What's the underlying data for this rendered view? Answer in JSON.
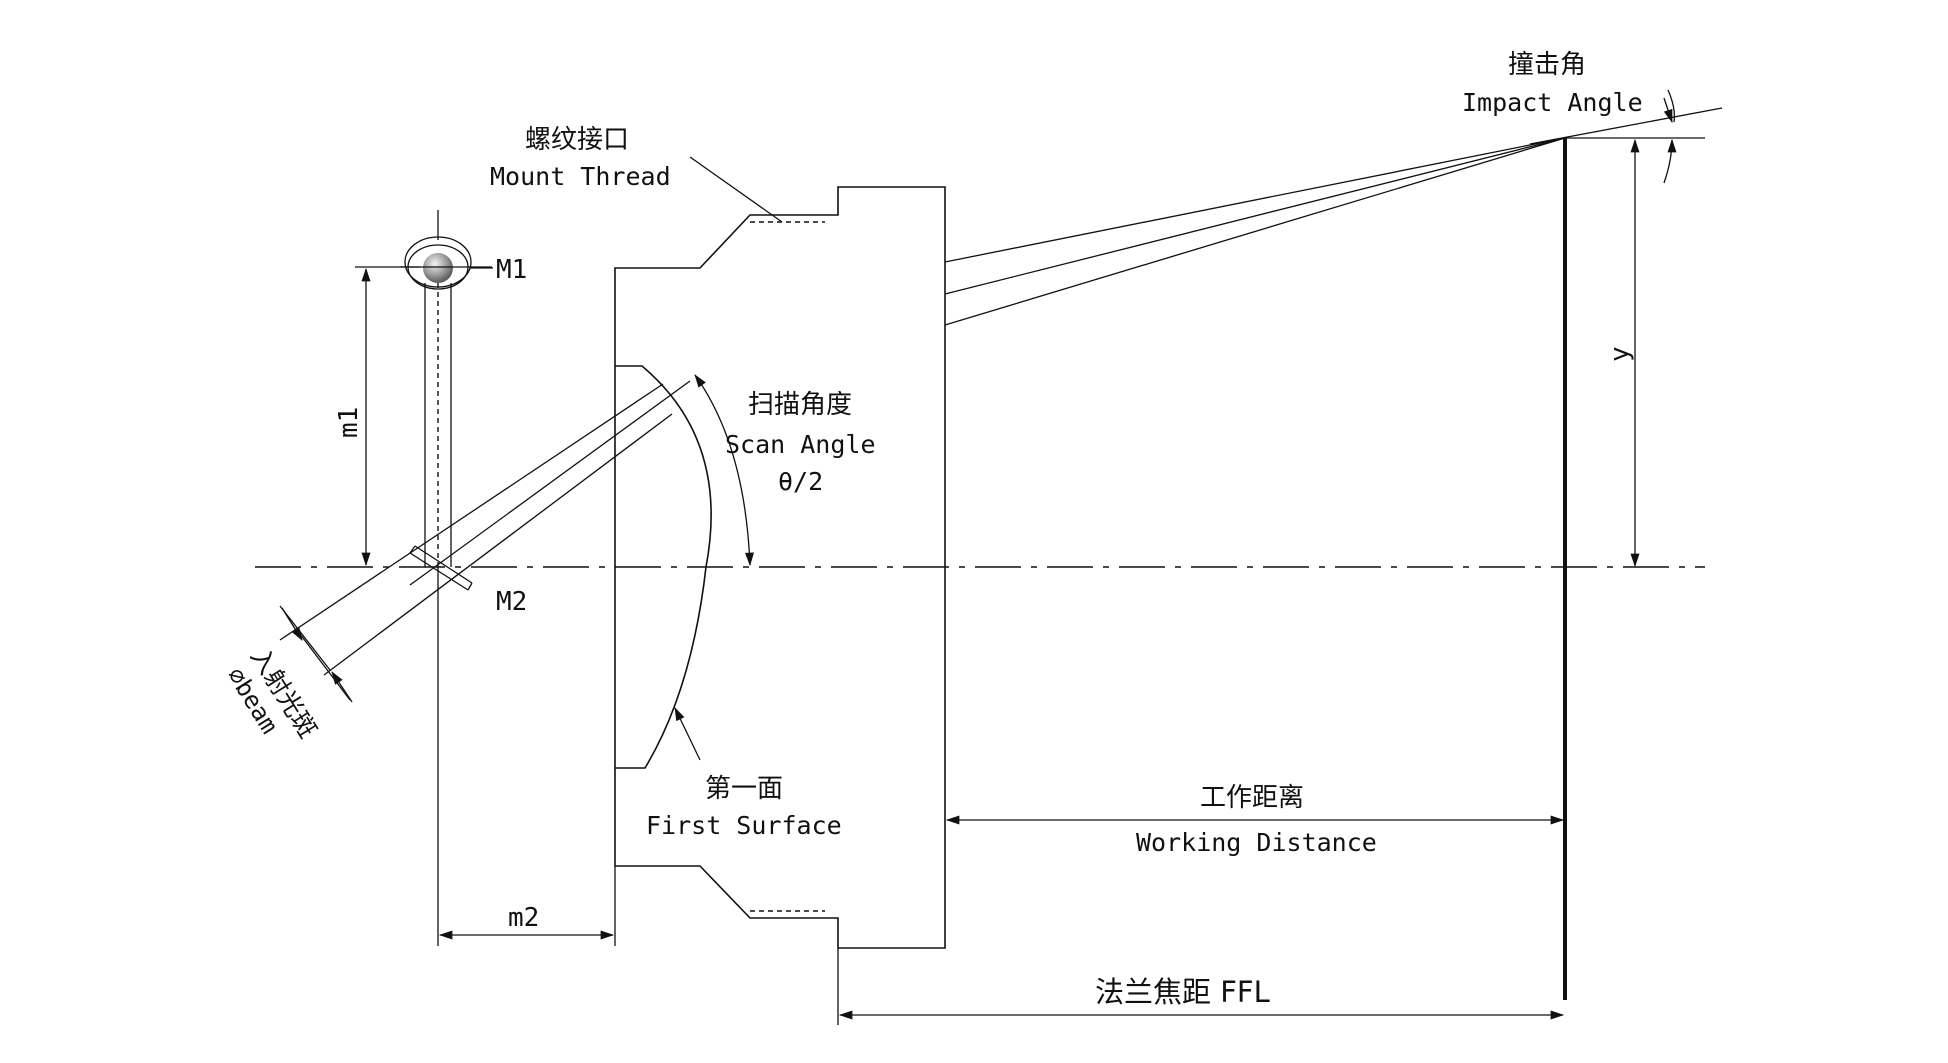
{
  "labels": {
    "mount_thread_cn": "螺纹接口",
    "mount_thread_en": "Mount Thread",
    "m1_mirror": "M1",
    "m2_mirror": "M2",
    "m1_dim": "m1",
    "m2_dim": "m2",
    "beam_cn": "入射光斑",
    "beam_en": "⌀beam",
    "scan_angle_cn": "扫描角度",
    "scan_angle_en": "Scan Angle",
    "scan_angle_sym": "θ/2",
    "first_surface_cn": "第一面",
    "first_surface_en": "First Surface",
    "working_distance_cn": "工作距离",
    "working_distance_en": "Working Distance",
    "ffl": "法兰焦距 FFL",
    "impact_angle_cn": "撞击角",
    "impact_angle_en": "Impact Angle",
    "y_dim": "y"
  },
  "colors": {
    "line": "#111111",
    "background": "#ffffff"
  }
}
